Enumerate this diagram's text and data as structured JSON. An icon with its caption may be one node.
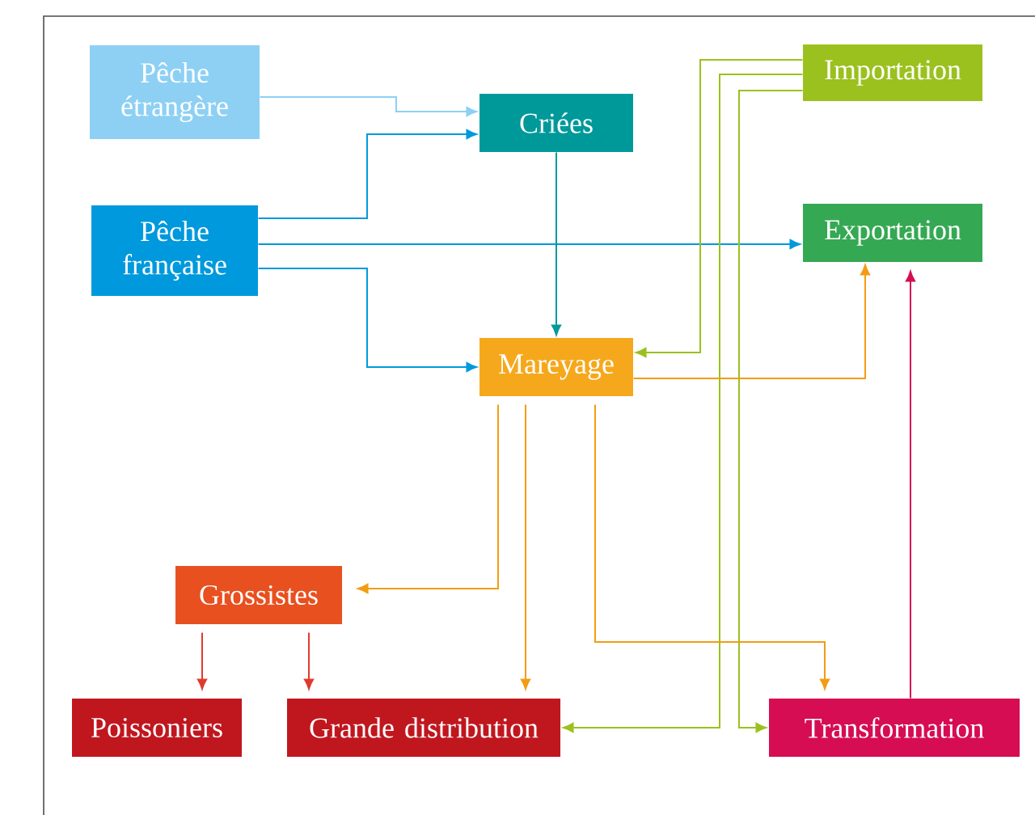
{
  "diagram": {
    "nodes": [
      {
        "text": [
          "Pêche étrangère"
        ]
      },
      {
        "text": [
          "Criées"
        ]
      },
      {
        "text": [
          "Pêche française"
        ]
      },
      {
        "text": [
          "Importation"
        ]
      },
      {
        "text": [
          "Exportation"
        ]
      },
      {
        "text": [
          "Mareyage"
        ]
      },
      {
        "text": [
          "Grossistes"
        ]
      },
      {
        "text": [
          "Poissoniers"
        ]
      },
      {
        "text": [
          "Grande distribution"
        ]
      },
      {
        "text": [
          "Transformation"
        ]
      }
    ],
    "edges": [
      {
        "from": 0,
        "to": 1,
        "arrow": "to",
        "color": "#8dd0f4"
      },
      {
        "from": 2,
        "to": 1,
        "arrow": "to",
        "color": "#0099dd"
      },
      {
        "from": 2,
        "to": 4,
        "arrow": "to",
        "color": "#0099dd"
      },
      {
        "from": 2,
        "to": 5,
        "arrow": "to",
        "color": "#0099dd"
      },
      {
        "from": 1,
        "to": 5,
        "arrow": "to",
        "color": "#00999a"
      },
      {
        "from": 3,
        "to": 5,
        "arrow": "to",
        "color": "#9bc11e"
      },
      {
        "from": 3,
        "to": 8,
        "arrow": "to",
        "color": "#9bc11e"
      },
      {
        "from": 3,
        "to": 9,
        "arrow": "to",
        "color": "#9bc11e"
      },
      {
        "from": 5,
        "to": 4,
        "arrow": "to",
        "color": "#f39c12"
      },
      {
        "from": 5,
        "to": 6,
        "arrow": "to",
        "color": "#f39c12"
      },
      {
        "from": 5,
        "to": 8,
        "arrow": "to",
        "color": "#f39c12"
      },
      {
        "from": 5,
        "to": 9,
        "arrow": "to",
        "color": "#f39c12"
      },
      {
        "from": 6,
        "to": 7,
        "arrow": "to",
        "color": "#e03a2f"
      },
      {
        "from": 6,
        "to": 8,
        "arrow": "to",
        "color": "#e03a2f"
      },
      {
        "from": 9,
        "to": 4,
        "arrow": "to",
        "color": "#d60d52"
      }
    ]
  }
}
